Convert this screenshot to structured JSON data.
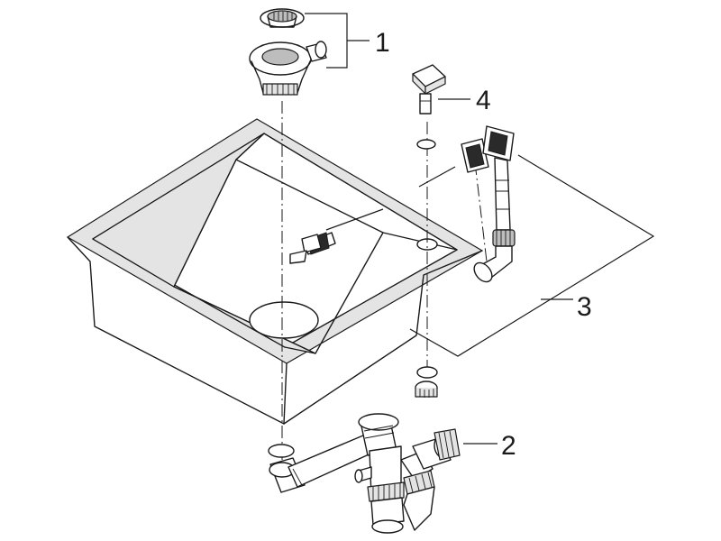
{
  "callouts": {
    "part1": "1",
    "part2": "2",
    "part3": "3",
    "part4": "4"
  },
  "colors": {
    "line": "#1a1a1a",
    "sink_shade": "#e4e4e4",
    "background": "#ffffff"
  }
}
